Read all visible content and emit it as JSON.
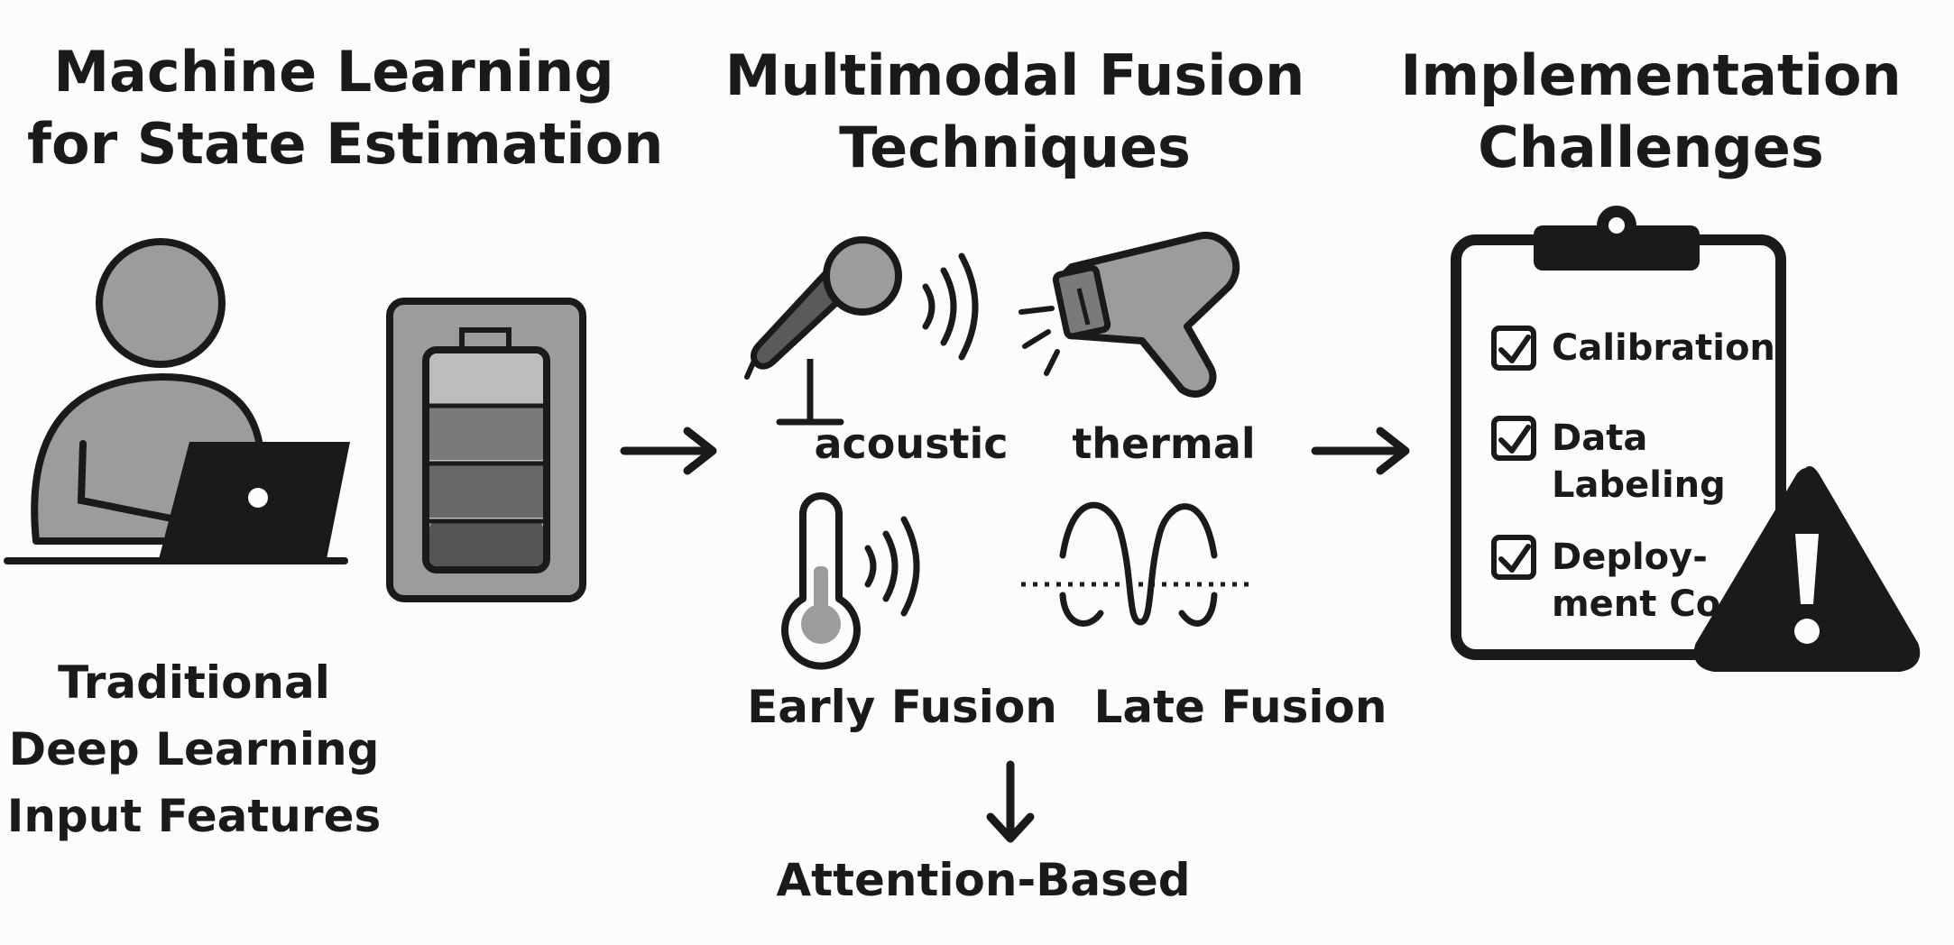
{
  "columns": [
    {
      "title_lines": [
        "Machine Learning",
        "for State Estimation"
      ],
      "caption_lines": [
        "Traditional",
        "Deep Learning",
        "Input Features"
      ]
    },
    {
      "title_lines": [
        "Multimodal Fusion",
        "Techniques"
      ],
      "modalities": [
        "acoustic",
        "thermal"
      ],
      "fusion_types": [
        "Early Fusion",
        "Late Fusion"
      ],
      "result": "Attention-Based"
    },
    {
      "title_lines": [
        "Implementation",
        "Challenges"
      ],
      "checklist": [
        {
          "lines": [
            "Calibration"
          ]
        },
        {
          "lines": [
            "Data",
            "Labeling"
          ]
        },
        {
          "lines": [
            "Deploy-",
            "ment Cos"
          ]
        }
      ]
    }
  ],
  "icons": {
    "person": "person-with-laptop-icon",
    "battery": "battery-icon",
    "microphone": "microphone-icon",
    "thermal_camera": "thermal-camera-icon",
    "thermometer": "thermometer-icon",
    "waveform": "waveform-icon",
    "clipboard": "clipboard-checklist-icon",
    "warning": "warning-triangle-icon"
  },
  "colors": {
    "ink": "#1a1a1a",
    "fill_gray": "#9c9c9c",
    "dark_gray": "#5a5a5a",
    "background": "#fcfcfa"
  }
}
